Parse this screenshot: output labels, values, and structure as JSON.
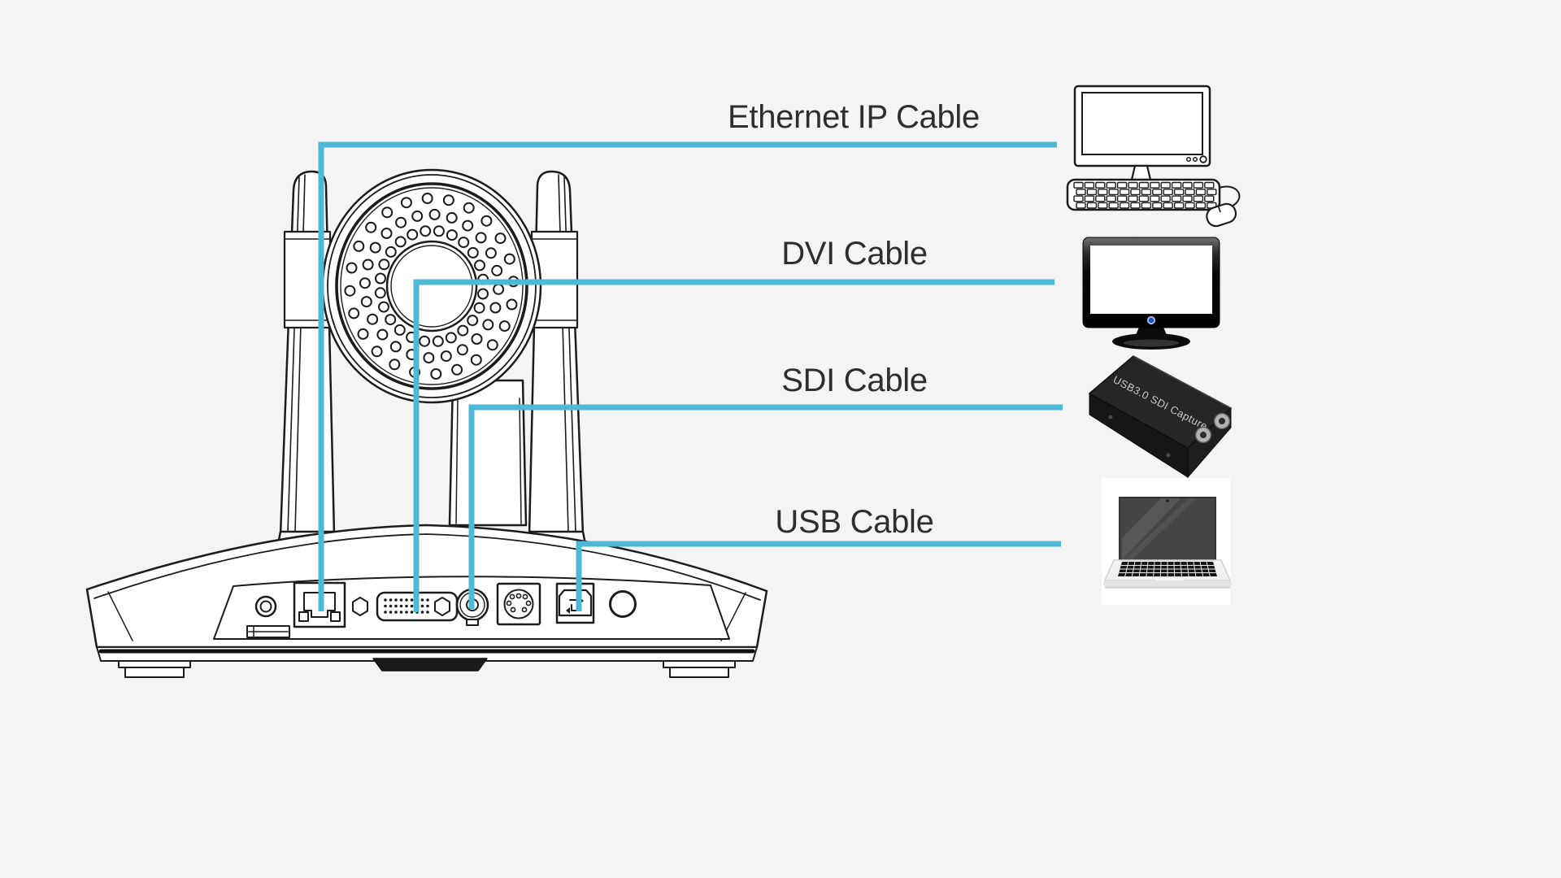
{
  "colors": {
    "background": "#f4f4f5",
    "cable_accent": "#4cb9d6",
    "line_art_ink": "#1c1c1c",
    "label_text": "#2e2e2e"
  },
  "labels": {
    "ethernet": "Ethernet IP Cable",
    "dvi": "DVI Cable",
    "sdi": "SDI Cable",
    "usb": "USB Cable"
  },
  "devices": {
    "desktop": {
      "icon": "desktop-computer-icon"
    },
    "monitor": {
      "icon": "monitor-icon"
    },
    "sdi_capture": {
      "icon": "sdi-capture-box-icon",
      "text": "USB3.0 SDI Capture"
    },
    "laptop": {
      "icon": "laptop-icon"
    }
  },
  "camera": {
    "icon": "ptz-camera-rear-icon",
    "ports": [
      "power-jack-port",
      "lan-rj45-port",
      "dvi-port",
      "sdi-bnc-port",
      "rs232-din-port",
      "usb-b-port"
    ]
  },
  "connections": [
    {
      "cable": "Ethernet IP Cable",
      "from": "lan-rj45-port",
      "to": "desktop-computer-icon"
    },
    {
      "cable": "DVI Cable",
      "from": "dvi-port",
      "to": "monitor-icon"
    },
    {
      "cable": "SDI Cable",
      "from": "sdi-bnc-port",
      "to": "sdi-capture-box-icon"
    },
    {
      "cable": "USB Cable",
      "from": "usb-b-port",
      "to": "laptop-icon"
    }
  ]
}
